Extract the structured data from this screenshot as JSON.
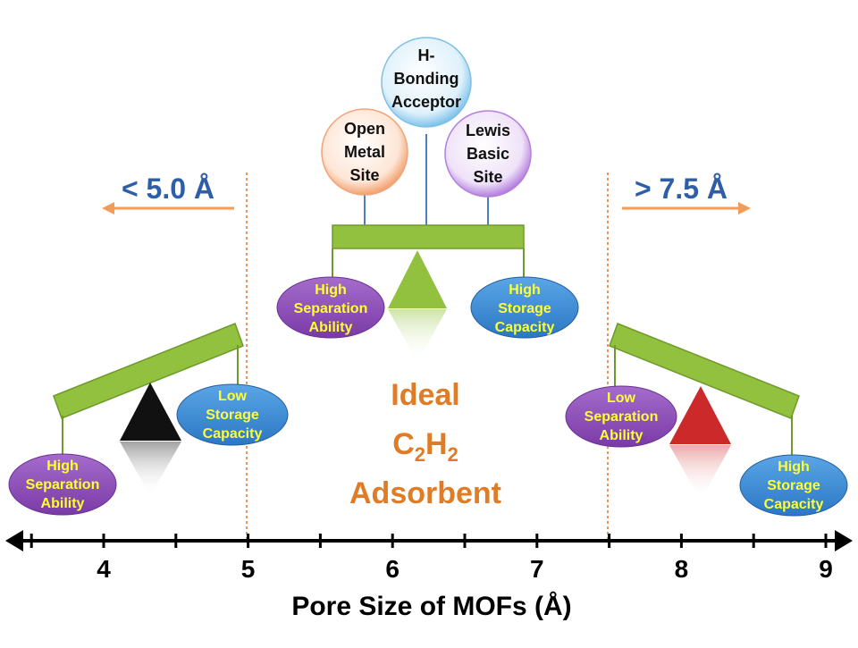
{
  "top_bubbles": {
    "left": {
      "line1": "Open",
      "line2": "Metal",
      "line3": "Site"
    },
    "center": {
      "line1": "H-",
      "line2": "Bonding",
      "line3": "Acceptor"
    },
    "right": {
      "line1": "Lewis",
      "line2": "Basic",
      "line3": "Site"
    }
  },
  "center_scale": {
    "left_pan": {
      "line1": "High",
      "line2": "Separation",
      "line3": "Ability"
    },
    "right_pan": {
      "line1": "High",
      "line2": "Storage",
      "line3": "Capacity"
    }
  },
  "left_scale": {
    "range_label": "< 5.0 Å",
    "low_pan": {
      "line1": "High",
      "line2": "Separation",
      "line3": "Ability"
    },
    "high_pan": {
      "line1": "Low",
      "line2": "Storage",
      "line3": "Capacity"
    }
  },
  "right_scale": {
    "range_label": "> 7.5 Å",
    "high_pan": {
      "line1": "Low",
      "line2": "Separation",
      "line3": "Ability"
    },
    "low_pan": {
      "line1": "High",
      "line2": "Storage",
      "line3": "Capacity"
    }
  },
  "ideal_label": {
    "line1": "Ideal",
    "line2_main1": "C",
    "sub1": "2",
    "line2_main2": "H",
    "sub2": "2",
    "line3": "Adsorbent"
  },
  "axis": {
    "title": "Pore Size of MOFs (Å)",
    "ticks": [
      "4",
      "5",
      "6",
      "7",
      "8",
      "9"
    ]
  },
  "colors": {
    "beam_green": "#92c13f",
    "purple_pan": "#8e4fb8",
    "blue_pan": "#3b8ed8",
    "pan_text": "#ffff33",
    "range_text": "#2e5ea8",
    "arrow_orange": "#f29b5a",
    "ideal_text": "#e07b26",
    "fulcrum_left": "#111111",
    "fulcrum_center": "#92c13f",
    "fulcrum_right": "#cc2a2a"
  }
}
